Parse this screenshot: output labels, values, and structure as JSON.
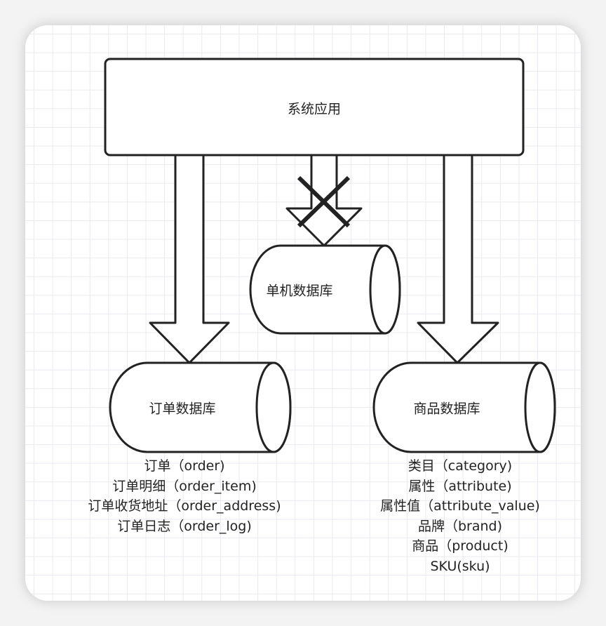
{
  "app_box": {
    "label": "系统应用"
  },
  "standalone_db": {
    "label": "单机数据库",
    "crossed_out": true
  },
  "order_db": {
    "label": "订单数据库",
    "tables": [
      "订单（order)",
      "订单明细（order_item)",
      "订单收货地址（order_address)",
      "订单日志（order_log)"
    ]
  },
  "product_db": {
    "label": "商品数据库",
    "tables": [
      "类目（category)",
      "属性（attribute)",
      "属性值（attribute_value)",
      "品牌（brand)",
      "商品（product)",
      "SKU(sku)"
    ]
  }
}
